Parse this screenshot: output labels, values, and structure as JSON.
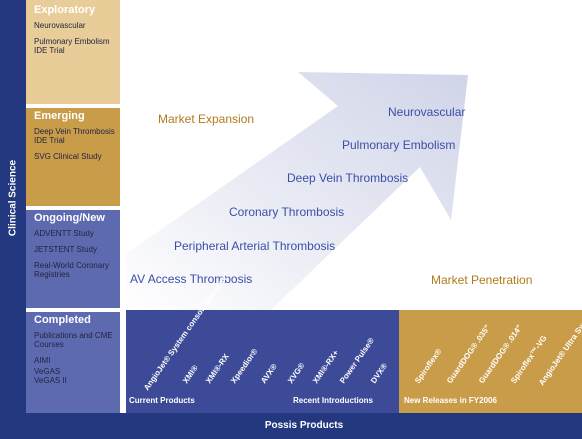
{
  "axes": {
    "vertical": "Clinical Science",
    "horizontal": "Possis Products"
  },
  "segments": [
    {
      "heading": "Exploratory",
      "items": [
        "Neurovascular",
        "Pulmonary Embolism IDE Trial"
      ]
    },
    {
      "heading": "Emerging",
      "items": [
        "Deep Vein Thrombosis IDE Trial",
        "SVG Clinical Study"
      ]
    },
    {
      "heading": "Ongoing/New",
      "items": [
        "ADVENTT Study",
        "JETSTENT Study",
        "Real-World Coronary Registries"
      ]
    },
    {
      "heading": "Completed",
      "items": [
        "Publications and CME Courses",
        "AIMI",
        "VeGAS",
        "VeGAS II"
      ]
    }
  ],
  "arrow": {
    "market_expansion": "Market Expansion",
    "market_penetration": "Market Penetration",
    "indications": [
      "Neurovascular",
      "Pulmonary Embolism",
      "Deep Vein Thrombosis",
      "Coronary Thrombosis",
      "Peripheral Arterial Thrombosis",
      "AV Access Thrombosis"
    ]
  },
  "products": {
    "current": [
      "AngioJet® System console/pump set",
      "XMI®",
      "XMI®-RX",
      "Xpeedior®",
      "AVX®",
      "XVG®",
      "XMI®-RX+",
      "Power Pulse®",
      "DVX®"
    ],
    "new": [
      "Spiroflex®",
      "GuardDOG® .035\"",
      "GuardDOG® .014\"",
      "Spiroflex™-VG",
      "AngioJet® Ultra System"
    ],
    "captions": {
      "current": "Current Products",
      "recent": "Recent Introductions",
      "new_releases": "New Releases in FY2006"
    }
  },
  "colors": {
    "navy": "#23387f",
    "tan_light": "#e9cd98",
    "tan_dark": "#c99c4a",
    "blue_mid": "#5d6ab0",
    "blue_panel": "#3d4a98",
    "label_gold": "#b07a1a",
    "label_blue": "#3a4fa8"
  }
}
